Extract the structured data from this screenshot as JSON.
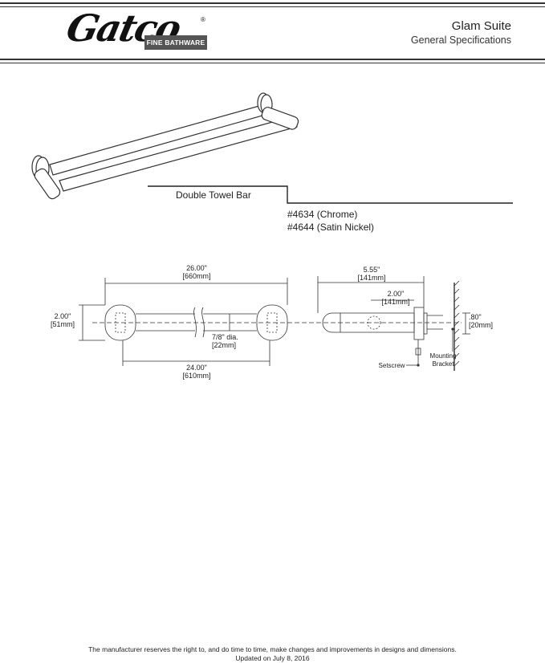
{
  "header": {
    "logo_script": "Gatco",
    "logo_tagline": "FINE BATHWARE",
    "logo_registered": "®",
    "title": "Glam Suite",
    "subtitle": "General Specifications"
  },
  "product": {
    "name": "Double Towel Bar",
    "models": [
      "#4634 (Chrome)",
      "#4644 (Satin Nickel)"
    ]
  },
  "dimensions": {
    "overall_length": [
      "26.00\"",
      "[660mm]"
    ],
    "height": [
      "2.00\"",
      "[51mm]"
    ],
    "bar_diameter": [
      "7/8\" dia.",
      "[22mm]"
    ],
    "center_length": [
      "24.00\"",
      "[610mm]"
    ],
    "projection": [
      "5.55\"",
      "[141mm]"
    ],
    "post_depth": [
      "2.00\"",
      "[141mm]"
    ],
    "bracket_depth": [
      ".80\"",
      "[20mm]"
    ],
    "setscrew_label": "Setscrew",
    "bracket_label": [
      "Mounting",
      "Bracket"
    ]
  },
  "footer": {
    "disclaimer": "The manufacturer reserves the right to, and do time to time, make changes and improvements in designs and dimensions.",
    "updated": "Updated on July 8, 2016"
  }
}
